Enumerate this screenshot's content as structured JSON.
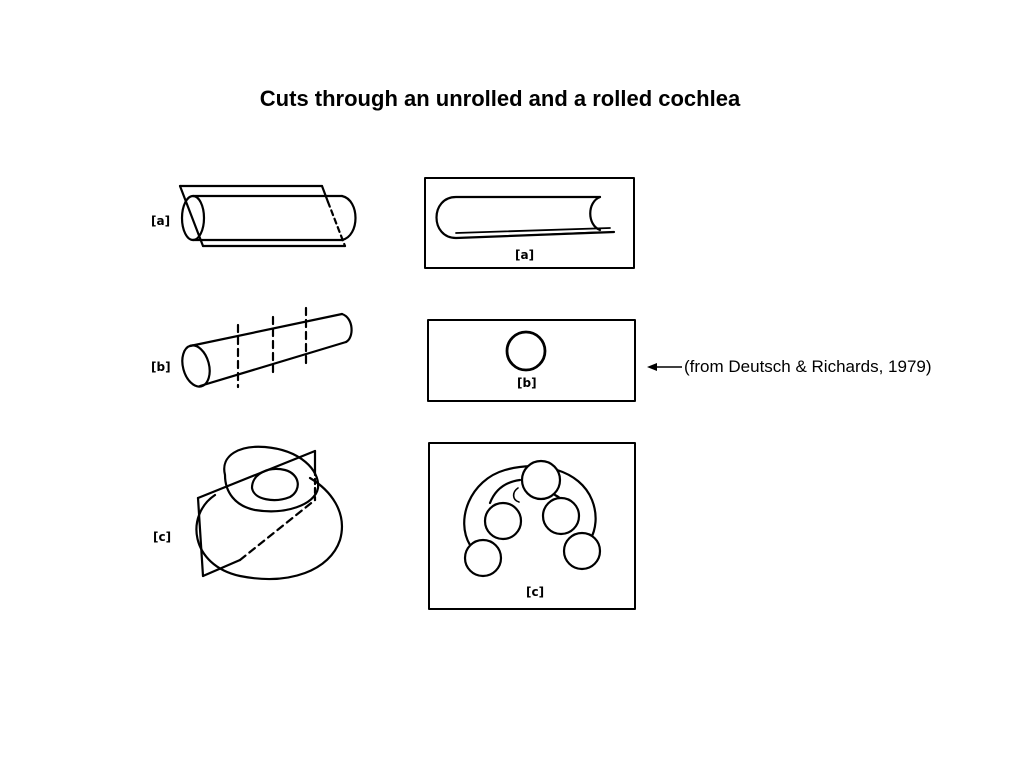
{
  "title": "Cuts through an unrolled and a rolled cochlea",
  "citation": "(from Deutsch & Richards, 1979)",
  "panels": {
    "a": {
      "left_label": "[a]",
      "right_label": "[a]"
    },
    "b": {
      "left_label": "[b]",
      "right_label": "[b]"
    },
    "c": {
      "left_label": "[c]",
      "right_label": "[c]"
    }
  }
}
